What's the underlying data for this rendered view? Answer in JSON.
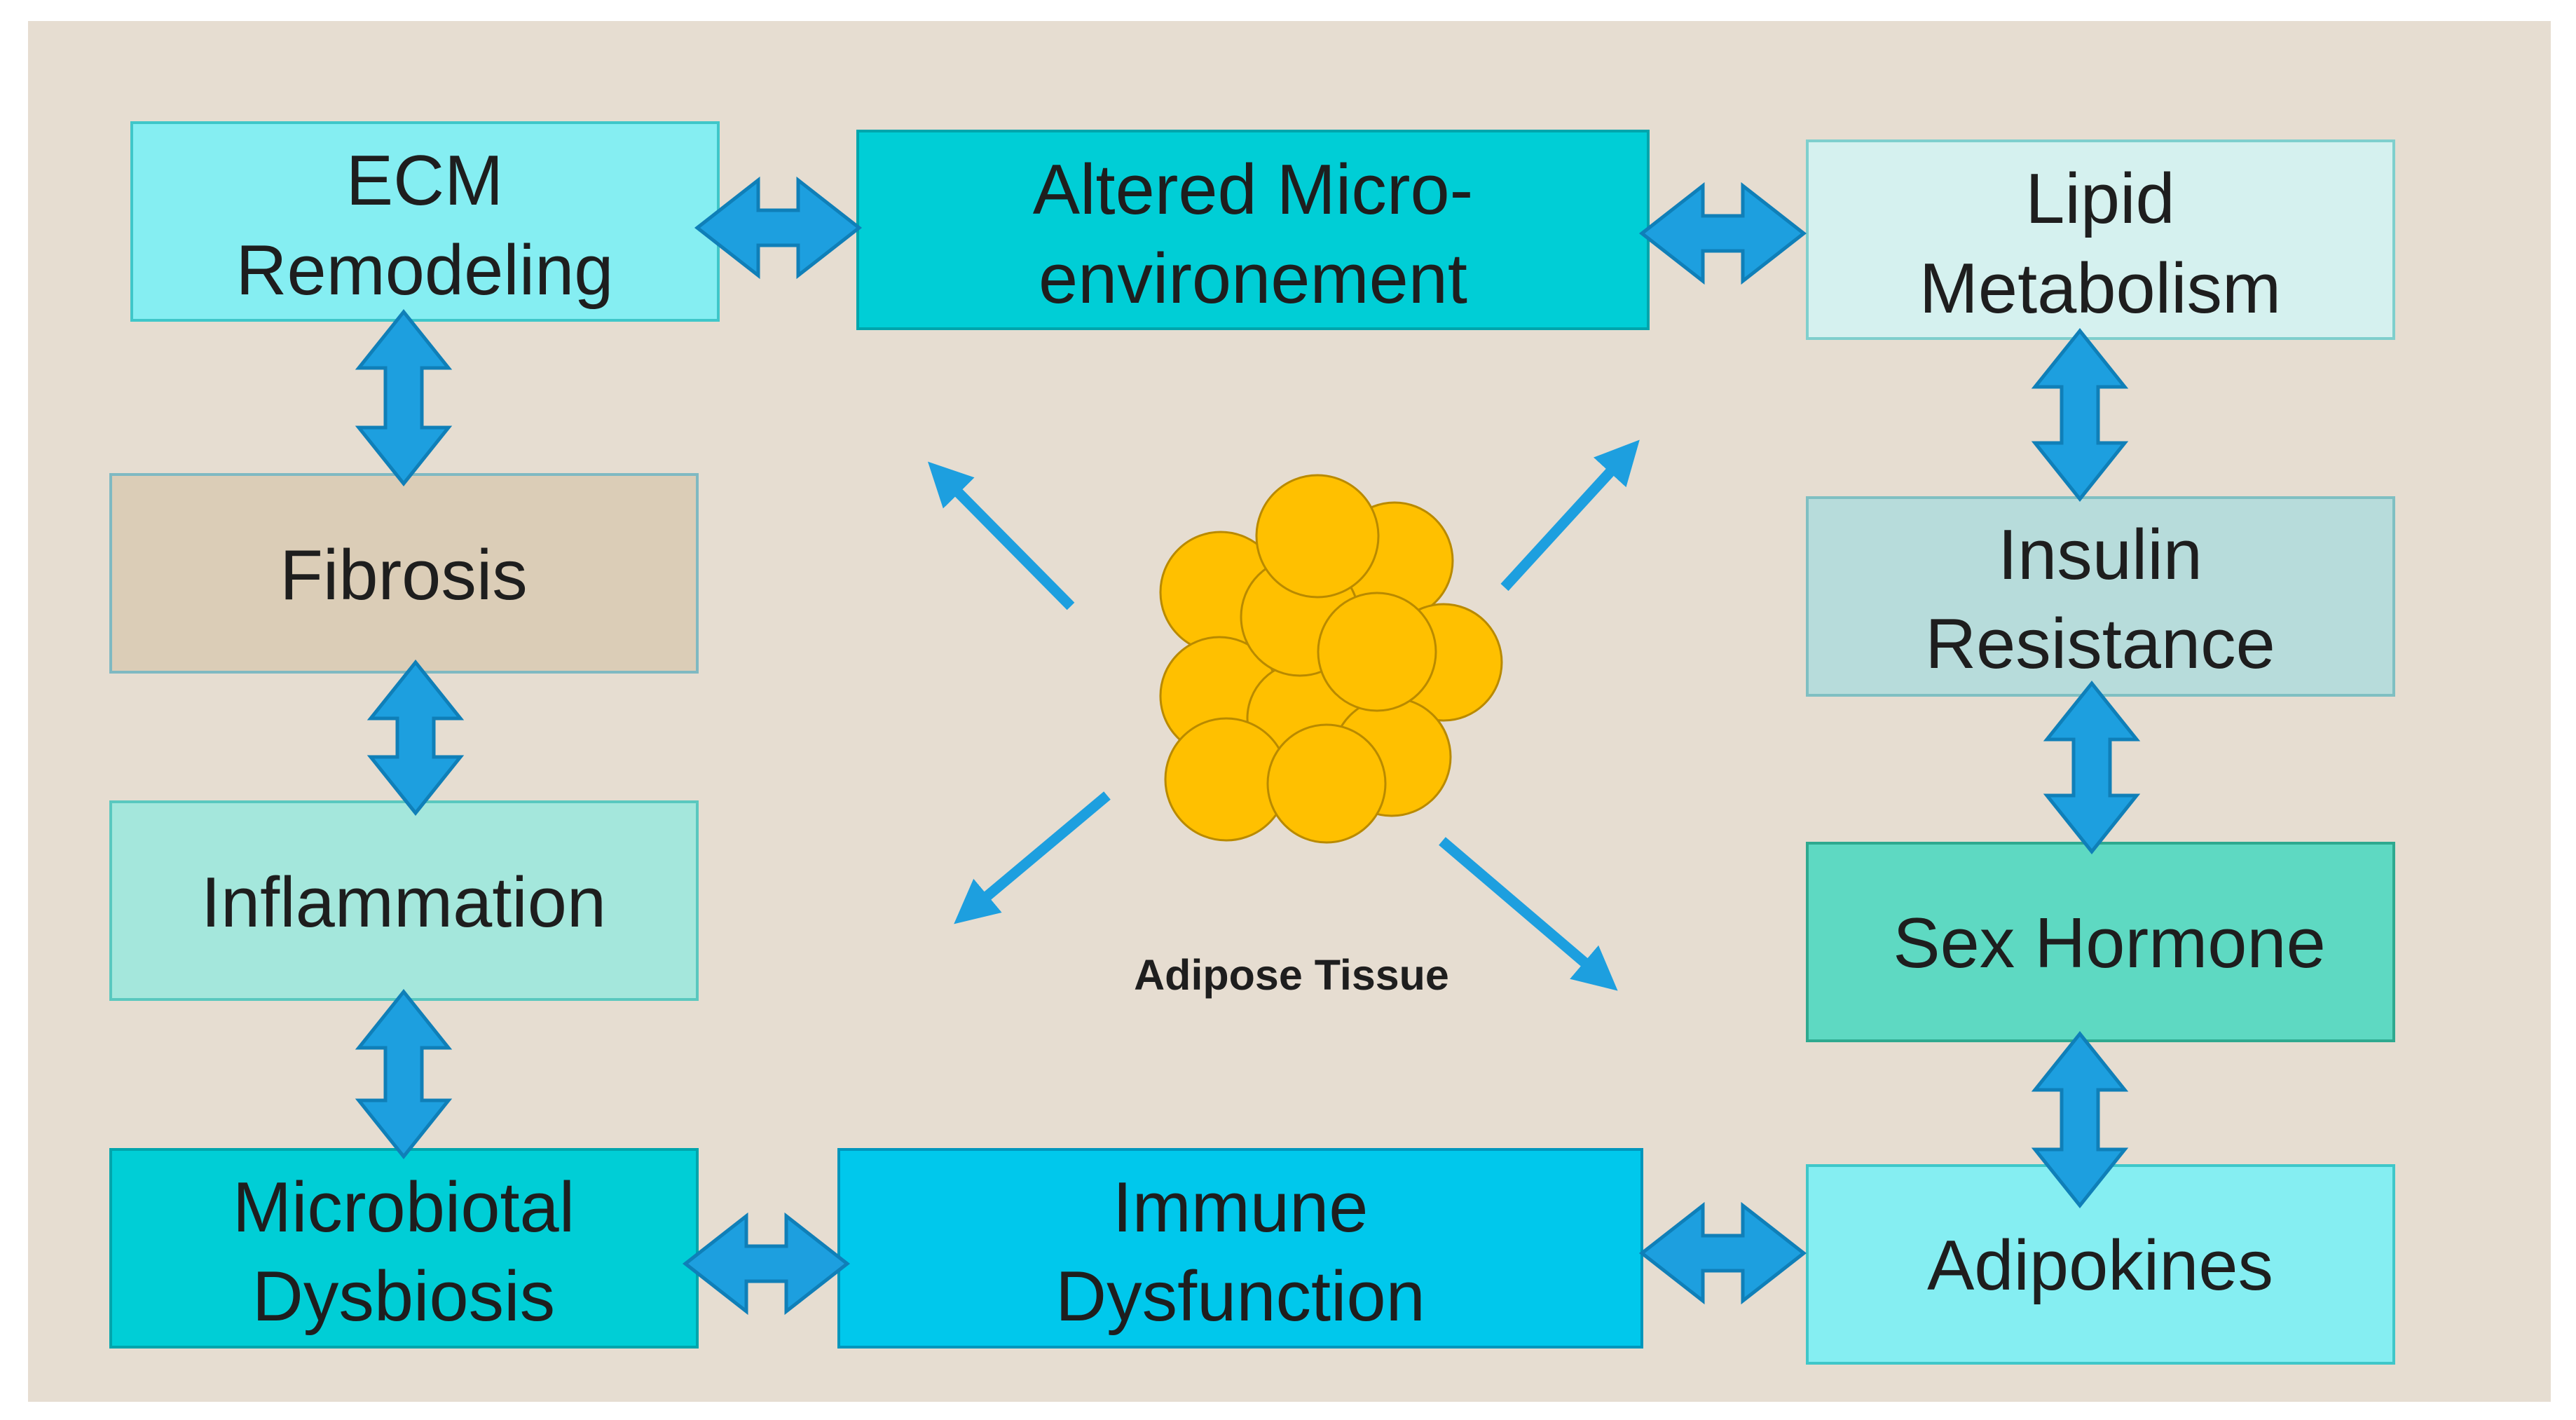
{
  "diagram": {
    "center_label": "Adipose Tissue",
    "boxes": {
      "ecm_remodeling": {
        "line1": "ECM",
        "line2": "Remodeling"
      },
      "altered_microenvironment": {
        "line1": "Altered  Micro-",
        "line2": "environement"
      },
      "lipid_metabolism": {
        "line1": "Lipid",
        "line2": "Metabolism"
      },
      "fibrosis": {
        "line1": "Fibrosis"
      },
      "insulin_resistance": {
        "line1": "Insulin",
        "line2": "Resistance"
      },
      "inflammation": {
        "line1": "Inflammation"
      },
      "sex_hormone": {
        "line1": "Sex Hormone"
      },
      "microbiotal_dysbiosis": {
        "line1": "Microbiotal",
        "line2": "Dysbiosis"
      },
      "immune_dysfunction": {
        "line1": "Immune",
        "line2": "Dysfunction"
      },
      "adipokines": {
        "line1": "Adipokines"
      }
    },
    "colors": {
      "background": "#e6ddd1",
      "arrow": "#1d9fdf",
      "arrow_outline": "#0f7fb8",
      "cell_fill": "#ffc000",
      "cell_stroke": "#b98a00",
      "ecm_remodeling": "#85eef2",
      "altered_microenvironment": "#00ced6",
      "lipid_metabolism": "#d5f1ef",
      "fibrosis": "#dbcdb7",
      "insulin_resistance": "#b7dcdb",
      "inflammation": "#a4e7dc",
      "sex_hormone": "#5ed9c2",
      "microbiotal_dysbiosis": "#00ced6",
      "immune_dysfunction": "#00c8ec",
      "adipokines": "#85eef2"
    }
  }
}
